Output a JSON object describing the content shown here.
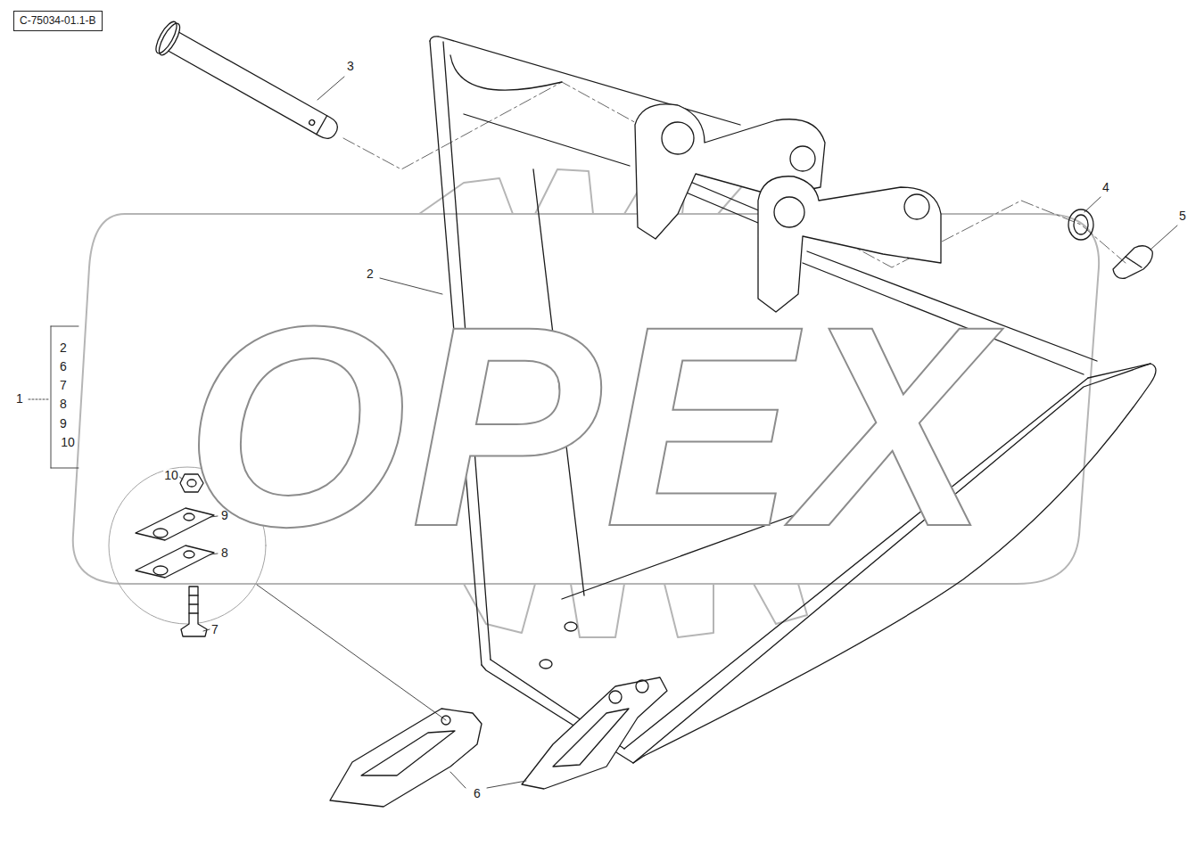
{
  "diagram": {
    "nodes": [
      {
        "text": [
          "C-75034-01.1-B"
        ]
      }
    ],
    "labels": [
      "3",
      "4",
      "5",
      "2",
      "2",
      "6",
      "7",
      "8",
      "9",
      "10",
      "1",
      "10",
      "9",
      "8",
      "7",
      "6",
      "OPEX"
    ]
  }
}
